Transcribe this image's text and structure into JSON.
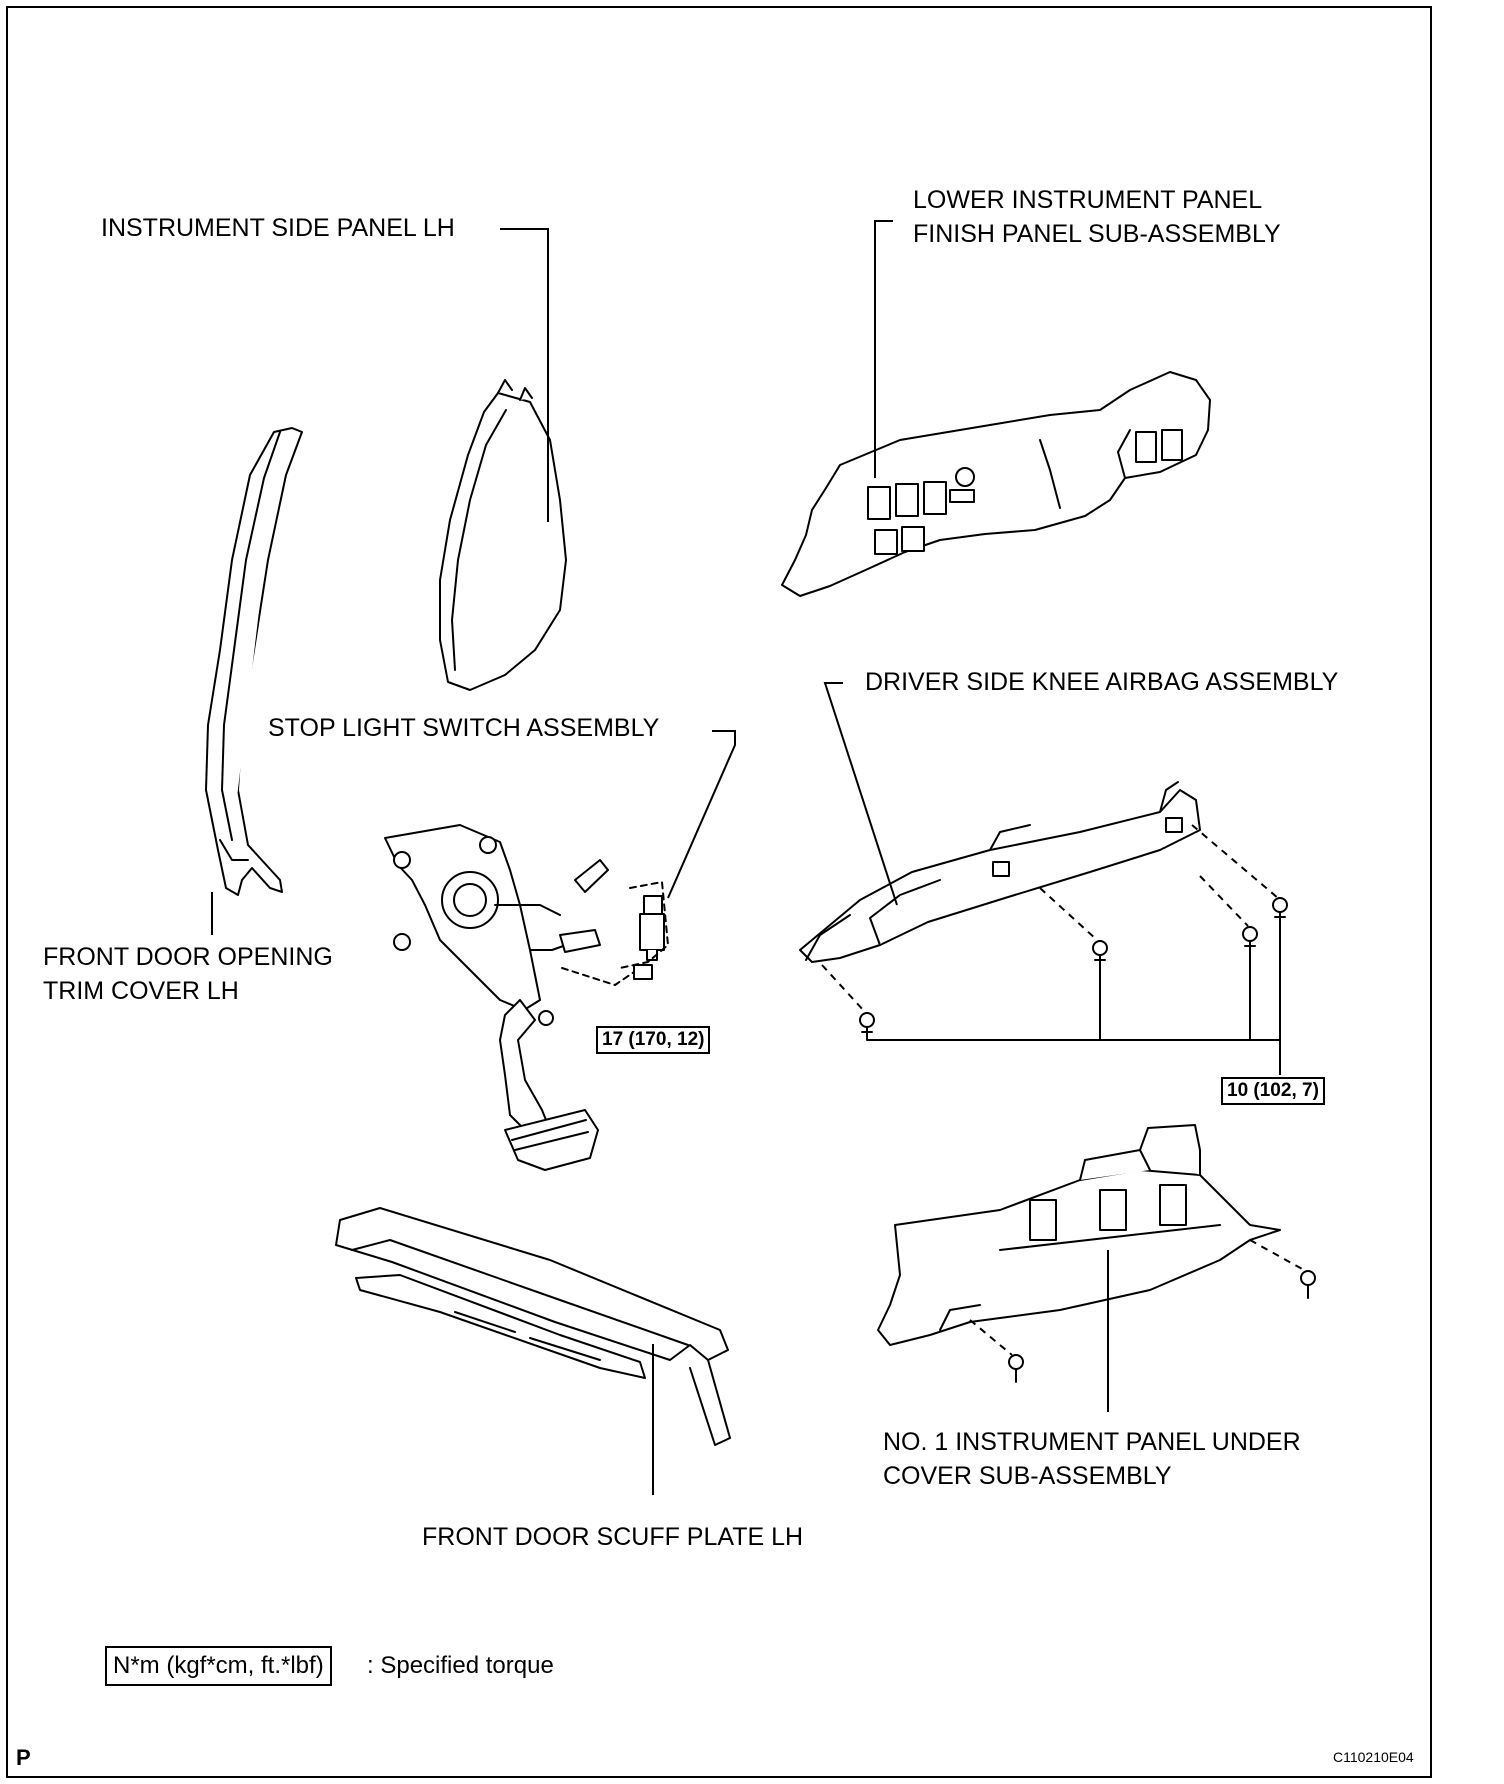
{
  "labels": {
    "instrument_side_panel": "INSTRUMENT SIDE PANEL LH",
    "lower_panel_line1": "LOWER INSTRUMENT PANEL",
    "lower_panel_line2": "FINISH PANEL SUB-ASSEMBLY",
    "knee_airbag": "DRIVER SIDE KNEE AIRBAG ASSEMBLY",
    "stop_light_switch": "STOP LIGHT SWITCH ASSEMBLY",
    "trim_cover_line1": "FRONT DOOR OPENING",
    "trim_cover_line2": "TRIM COVER LH",
    "under_cover_line1": "NO. 1 INSTRUMENT PANEL UNDER",
    "under_cover_line2": "COVER SUB-ASSEMBLY",
    "scuff_plate": "FRONT DOOR SCUFF PLATE LH"
  },
  "torque_values": {
    "stop_light_switch": "17 (170, 12)",
    "knee_airbag": "10 (102, 7)"
  },
  "legend": {
    "unit": "N*m (kgf*cm, ft.*lbf)",
    "text": ": Specified torque"
  },
  "corner_letter": "P",
  "figure_code": "C110210E04"
}
